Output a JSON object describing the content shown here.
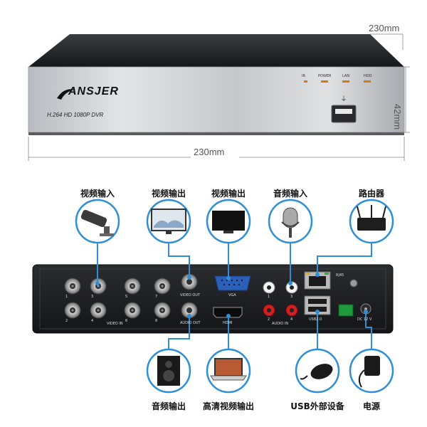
{
  "dimensions": {
    "top_width": "230mm",
    "height": "42mm",
    "bottom_width": "230mm"
  },
  "front_panel": {
    "brand": "ANSJER",
    "model": "H.264 HD 1080P DVR",
    "indicators": [
      "IR",
      "POWER",
      "LAN",
      "HDD"
    ]
  },
  "rear_panel": {
    "labels": {
      "video_out": "VIDEO OUT",
      "audio_out": "AUDIO OUT",
      "video_in": "VIDEO IN",
      "vga": "VGA",
      "hdmi": "HDMI",
      "audio_in": "AUDIO IN",
      "rj45": "RJ45",
      "usb": "USB2.0",
      "dc": "DC 12 V"
    },
    "bnc_numbers_top": [
      "1",
      "3",
      "5",
      "7"
    ],
    "bnc_numbers_bottom": [
      "2",
      "4",
      "6",
      "8"
    ],
    "audio_numbers_top": [
      "1",
      "3"
    ],
    "audio_numbers_bottom": [
      "2",
      "4"
    ]
  },
  "callouts": {
    "video_in": "视频输入",
    "video_out": "视频输出",
    "vga_out": "视频输出",
    "audio_in": "音频输入",
    "router": "路由器",
    "audio_out": "音频输出",
    "hdmi_out": "高清视频输出",
    "usb_device": "USB外部设备",
    "power": "电源"
  },
  "colors": {
    "accent": "#2e8fd6",
    "panel": "#1d1f22",
    "silver": "#c9cbce"
  }
}
